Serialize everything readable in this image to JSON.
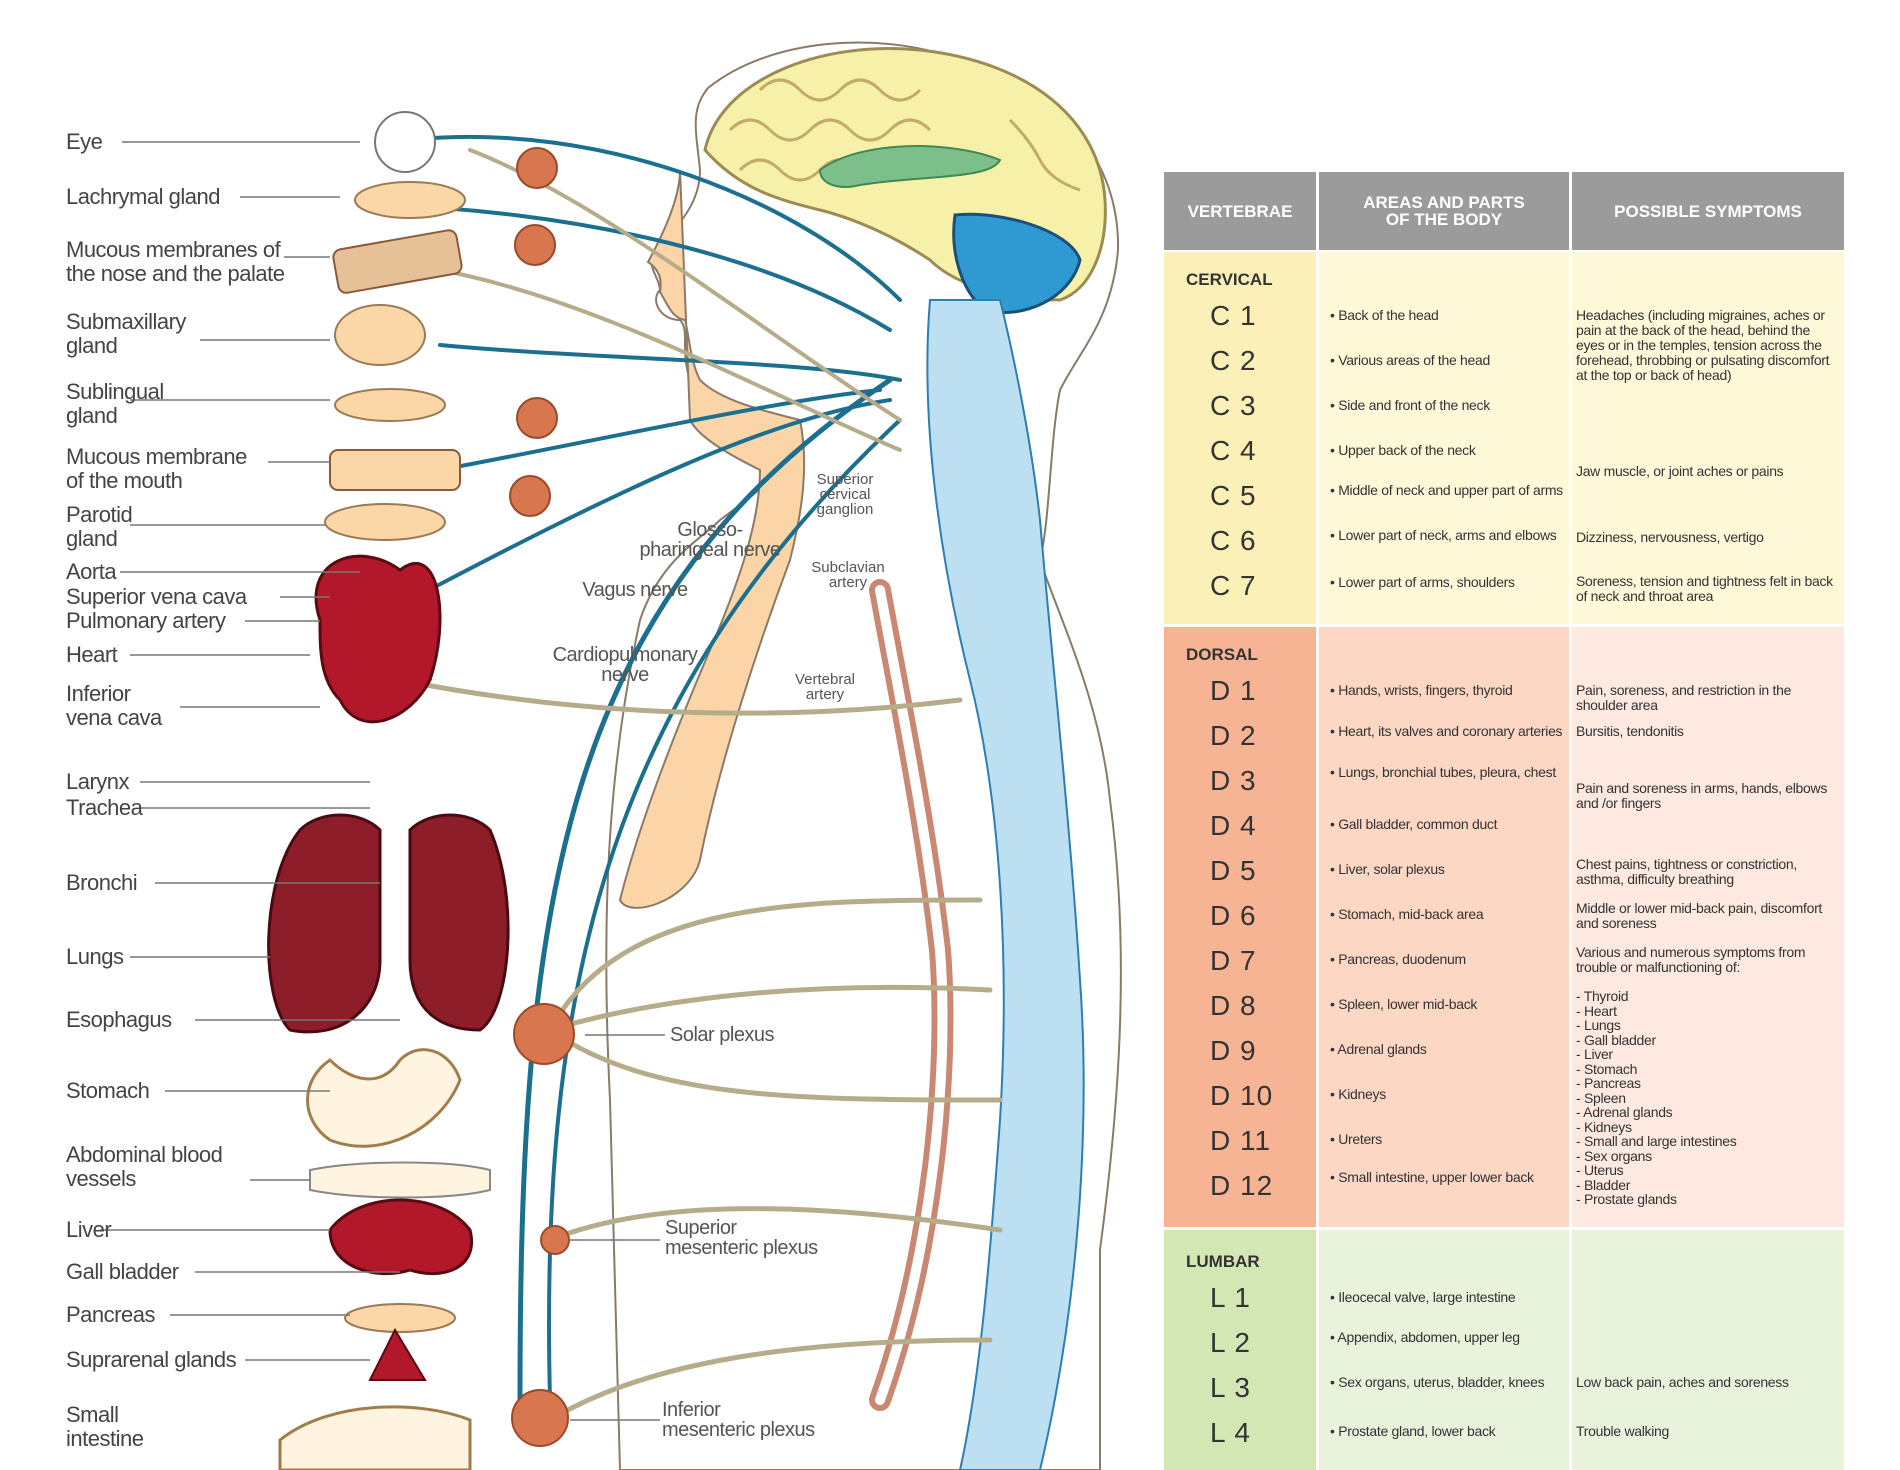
{
  "organs": [
    {
      "id": "eye",
      "label": "Eye"
    },
    {
      "id": "lachrymal",
      "label": "Lachrymal gland"
    },
    {
      "id": "nose",
      "label": "Mucous membranes of\nthe nose and the palate"
    },
    {
      "id": "submax",
      "label": "Submaxillary\ngland"
    },
    {
      "id": "sublingual",
      "label": "Sublingual\ngland"
    },
    {
      "id": "mouth",
      "label": "Mucous membrane\nof the mouth"
    },
    {
      "id": "parotid",
      "label": "Parotid\ngland"
    },
    {
      "id": "aorta",
      "label": "Aorta"
    },
    {
      "id": "svc",
      "label": "Superior vena cava"
    },
    {
      "id": "pulmonary",
      "label": "Pulmonary artery"
    },
    {
      "id": "heart",
      "label": "Heart"
    },
    {
      "id": "ivc",
      "label": "Inferior\nvena cava"
    },
    {
      "id": "larynx",
      "label": "Larynx"
    },
    {
      "id": "trachea",
      "label": "Trachea"
    },
    {
      "id": "bronchi",
      "label": "Bronchi"
    },
    {
      "id": "lungs",
      "label": "Lungs"
    },
    {
      "id": "esophagus",
      "label": "Esophagus"
    },
    {
      "id": "stomach",
      "label": "Stomach"
    },
    {
      "id": "abdominal",
      "label": "Abdominal blood\nvessels"
    },
    {
      "id": "liver",
      "label": "Liver"
    },
    {
      "id": "gall",
      "label": "Gall bladder"
    },
    {
      "id": "pancreas",
      "label": "Pancreas"
    },
    {
      "id": "suprarenal",
      "label": "Suprarenal glands"
    },
    {
      "id": "intestine",
      "label": "Small\nintestine"
    }
  ],
  "nerves": {
    "glosso": "Glosso-\npharingeal nerve",
    "vagus": "Vagus nerve",
    "cardio": "Cardiopulmonary\nnerve",
    "solar": "Solar plexus",
    "sup_mes": "Superior\nmesenteric plexus",
    "inf_mes": "Inferior\nmesenteric plexus",
    "sup_cerv": "Superior\ncervical\nganglion",
    "subclavian": "Subclavian\nartery",
    "vertebral": "Vertebral\nartery"
  },
  "chart": {
    "headers": [
      "VERTEBRAE",
      "AREAS AND PARTS\nOF THE BODY",
      "POSSIBLE SYMPTOMS"
    ],
    "colors": {
      "cervical_a": "#fbf1b8",
      "cervical_b": "#fdf8d8",
      "dorsal_a": "#f6b494",
      "dorsal_b": "#fbd7c4",
      "dorsal_c": "#fde9df",
      "lumbar_a": "#d3e7b5",
      "lumbar_b": "#e9f3dc",
      "header": "#9b9b9b"
    },
    "sections": [
      {
        "key": "cervical",
        "title": "CERVICAL",
        "rows": [
          {
            "v": "C 1",
            "area": "• Back of the head"
          },
          {
            "v": "C 2",
            "area": "• Various areas of the head"
          },
          {
            "v": "C 3",
            "area": "• Side and front of the neck"
          },
          {
            "v": "C 4",
            "area": "• Upper back of the neck"
          },
          {
            "v": "C 5",
            "area": "• Middle of neck and upper part of arms"
          },
          {
            "v": "C 6",
            "area": "• Lower part of neck, arms and elbows"
          },
          {
            "v": "C 7",
            "area": "• Lower part of arms, shoulders"
          }
        ],
        "symptoms": [
          {
            "text": "Headaches (including migraines, aches or pain at the back of the head, behind the eyes or in the temples, tension across the forehead, throbbing or pulsating discomfort at the top or back of head)"
          },
          {
            "text": "Jaw muscle, or joint aches or pains"
          },
          {
            "text": "Dizziness, nervousness, vertigo"
          },
          {
            "text": "Soreness, tension and tightness felt in back of neck and throat area"
          }
        ]
      },
      {
        "key": "dorsal",
        "title": "DORSAL",
        "rows": [
          {
            "v": "D 1",
            "area": "• Hands, wrists, fingers, thyroid"
          },
          {
            "v": "D 2",
            "area": "• Heart, its valves and coronary arteries"
          },
          {
            "v": "D 3",
            "area": "• Lungs, bronchial tubes, pleura, chest"
          },
          {
            "v": "D 4",
            "area": "• Gall bladder, common duct"
          },
          {
            "v": "D 5",
            "area": "• Liver, solar plexus"
          },
          {
            "v": "D 6",
            "area": "• Stomach, mid-back area"
          },
          {
            "v": "D 7",
            "area": "• Pancreas, duodenum"
          },
          {
            "v": "D 8",
            "area": "• Spleen, lower mid-back"
          },
          {
            "v": "D 9",
            "area": "• Adrenal glands"
          },
          {
            "v": "D 10",
            "area": "• Kidneys"
          },
          {
            "v": "D 11",
            "area": "• Ureters"
          },
          {
            "v": "D 12",
            "area": "• Small intestine, upper lower back"
          }
        ],
        "symptoms": [
          {
            "text": "Pain, soreness, and restriction in the shoulder area"
          },
          {
            "text": "Bursitis, tendonitis"
          },
          {
            "text": "Pain and soreness in arms, hands, elbows and /or fingers"
          },
          {
            "text": "Chest pains, tightness or constriction, asthma, difficulty breathing"
          },
          {
            "text": "Middle or lower mid-back pain, discomfort and soreness"
          },
          {
            "text": "Various and numerous symptoms from trouble or malfunctioning of:"
          },
          {
            "text": "- Thyroid\n- Heart\n- Lungs\n- Gall bladder\n- Liver\n- Stomach\n- Pancreas\n- Spleen\n- Adrenal glands\n- Kidneys\n- Small and large intestines\n- Sex organs\n- Uterus\n- Bladder\n- Prostate glands"
          }
        ]
      },
      {
        "key": "lumbar",
        "title": "LUMBAR",
        "rows": [
          {
            "v": "L 1",
            "area": "• Ileocecal valve, large intestine"
          },
          {
            "v": "L 2",
            "area": "• Appendix, abdomen, upper leg"
          },
          {
            "v": "L 3",
            "area": "• Sex organs, uterus, bladder, knees"
          },
          {
            "v": "L 4",
            "area": "• Prostate gland, lower back"
          }
        ],
        "symptoms": [
          {
            "text": "Low back pain, aches and soreness"
          },
          {
            "text": "Trouble walking"
          }
        ]
      }
    ]
  }
}
